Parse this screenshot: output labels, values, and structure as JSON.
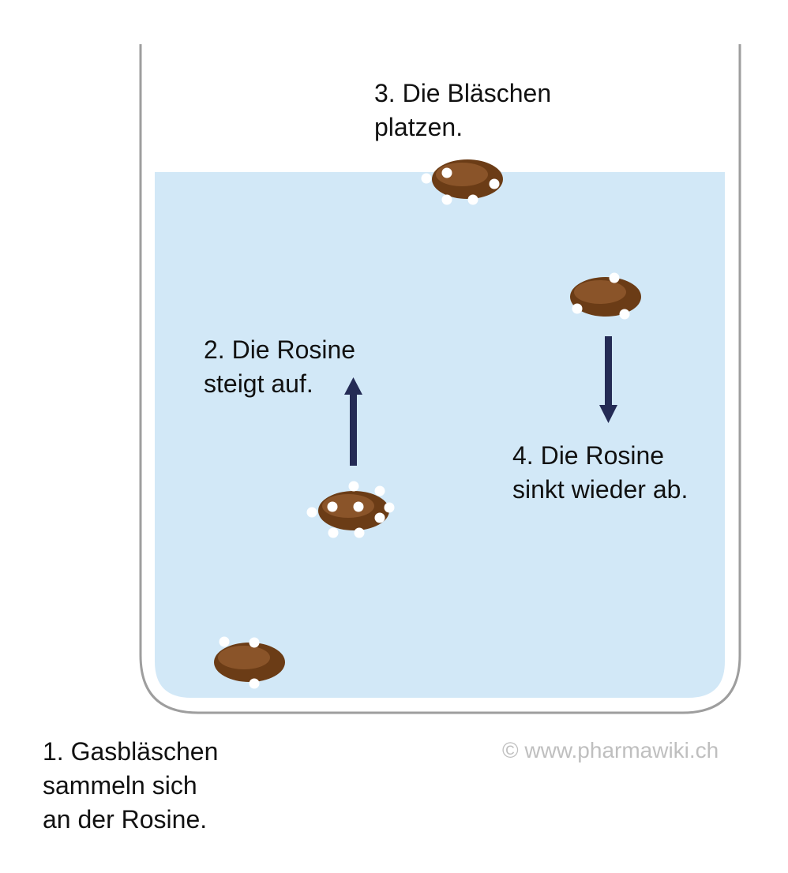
{
  "steps": {
    "step1": {
      "lines": [
        "1. Gasbläschen",
        "sammeln sich",
        "an der Rosine."
      ]
    },
    "step2": {
      "lines": [
        "2. Die Rosine",
        "steigt auf."
      ]
    },
    "step3": {
      "lines": [
        "3. Die Bläschen",
        "platzen."
      ]
    },
    "step4": {
      "lines": [
        "4. Die Rosine",
        "sinkt wieder ab."
      ]
    }
  },
  "copyright": "© www.pharmawiki.ch",
  "colors": {
    "glass_outline": "#9e9e9e",
    "water": "#d2e8f7",
    "raisin_dark": "#6b3c16",
    "raisin_light": "#8a5429",
    "bubble": "#ffffff",
    "arrow": "#242b55",
    "text": "#111111",
    "copyright": "#bfbfbf"
  }
}
